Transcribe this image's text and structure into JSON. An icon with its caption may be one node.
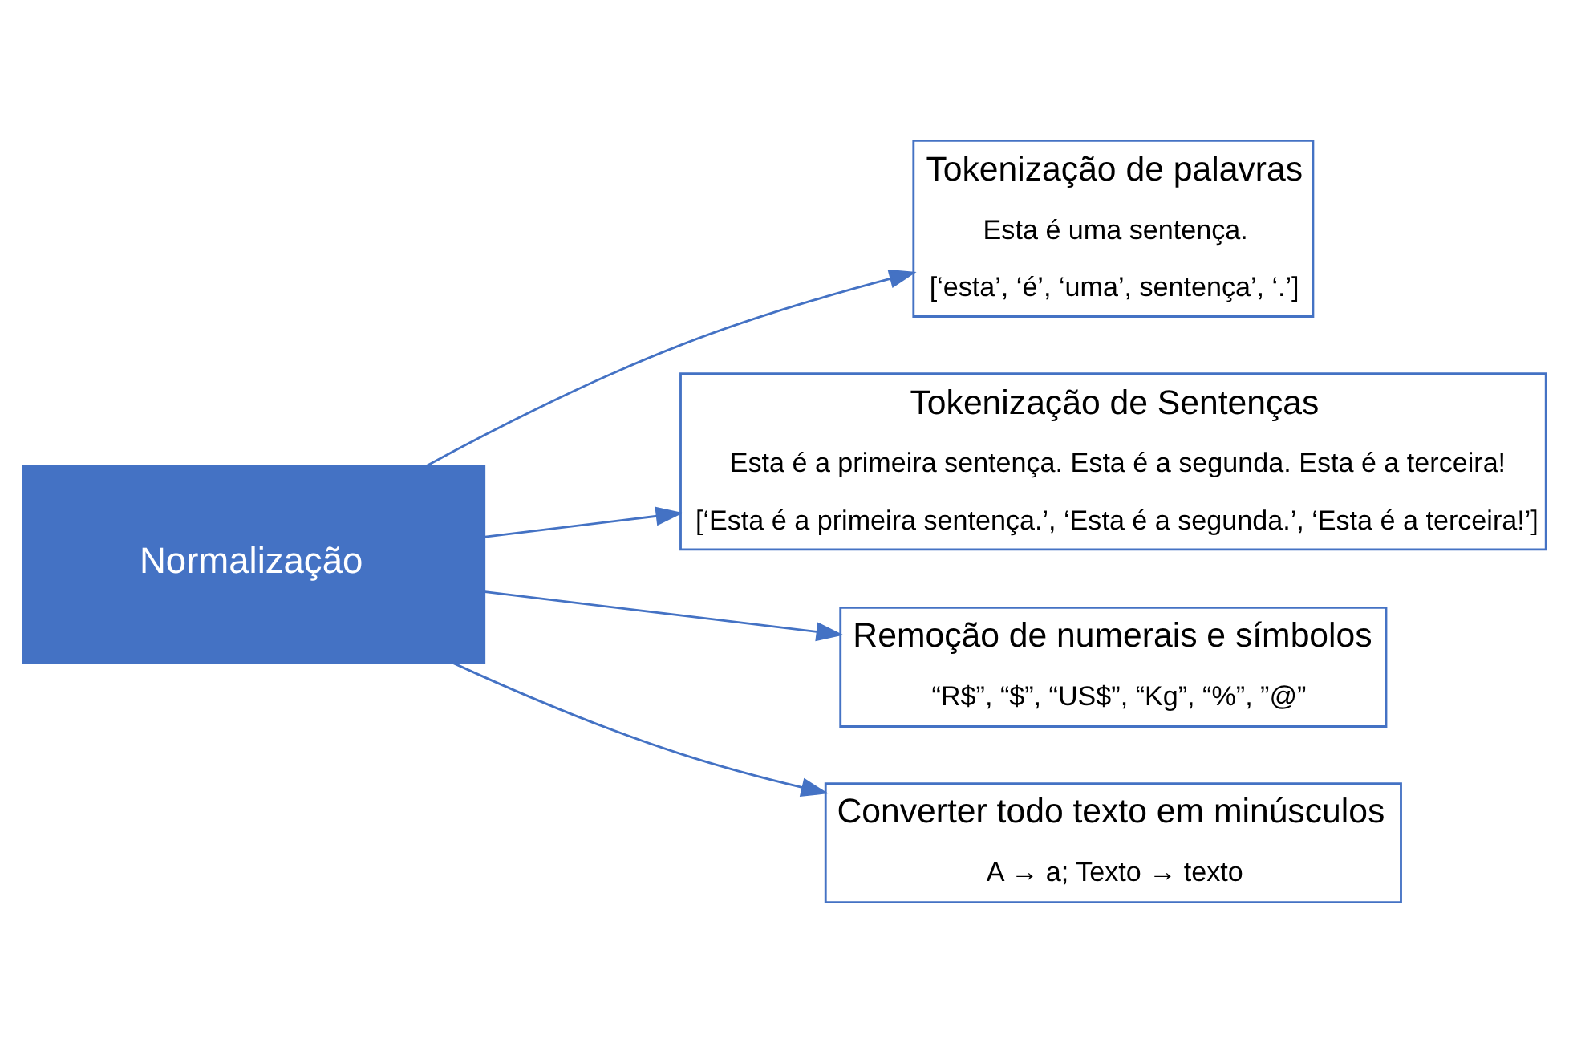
{
  "diagram": {
    "nodes": [
      {
        "text": [
          "Normalização"
        ]
      },
      {
        "text": [
          "Tokenização de palavras",
          "Esta é uma sentença.",
          "[‘esta’, ‘é’, ‘uma’, sentença’, ‘.’]"
        ]
      },
      {
        "text": [
          "Tokenização de Sentenças",
          "Esta é a primeira sentença. Esta é a segunda. Esta é a terceira!",
          "[‘Esta é a primeira sentença.’, ‘Esta é a segunda.’, ‘Esta é a terceira!’]"
        ]
      },
      {
        "text": [
          "Remoção de numerais e símbolos",
          "“R$”, “$”, “US$”, “Kg”, “%”, ”@”"
        ]
      },
      {
        "text": [
          "Converter todo texto em minúsculos",
          "A → a; Texto → texto"
        ]
      }
    ],
    "edges": [
      {
        "from": 0,
        "to": 1,
        "arrow": "to"
      },
      {
        "from": 0,
        "to": 2,
        "arrow": "to"
      },
      {
        "from": 0,
        "to": 3,
        "arrow": "to"
      },
      {
        "from": 0,
        "to": 4,
        "arrow": "to"
      }
    ]
  }
}
